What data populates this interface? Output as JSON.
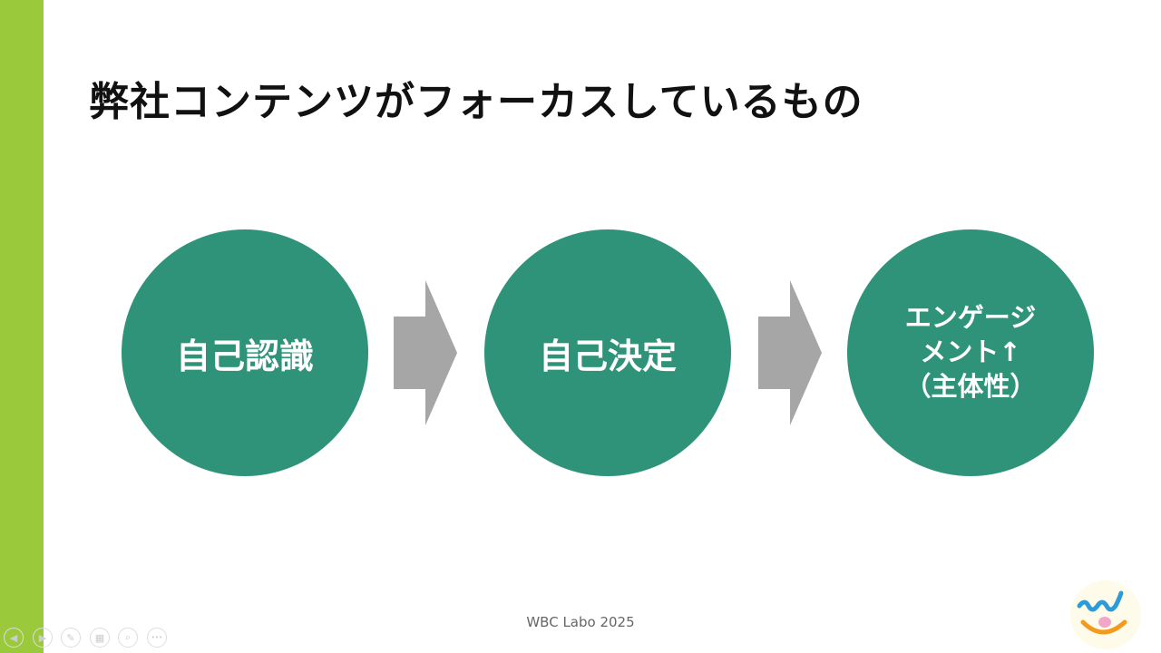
{
  "title": "弊社コンテンツがフォーカスしているもの",
  "steps": [
    {
      "label": "自己認識"
    },
    {
      "label": "自己決定"
    },
    {
      "line1": "エンゲージ",
      "line2": "メント↑",
      "line3": "（主体性）"
    }
  ],
  "footer": "WBC Labo 2025",
  "controls": {
    "prev": "◀",
    "next": "▶",
    "pen": "✎",
    "slides": "▦",
    "zoom": "⌕",
    "more": "•••"
  },
  "colors": {
    "accent": "#9ACA3C",
    "circle": "#2F937A",
    "arrow": "#A6A6A6"
  }
}
